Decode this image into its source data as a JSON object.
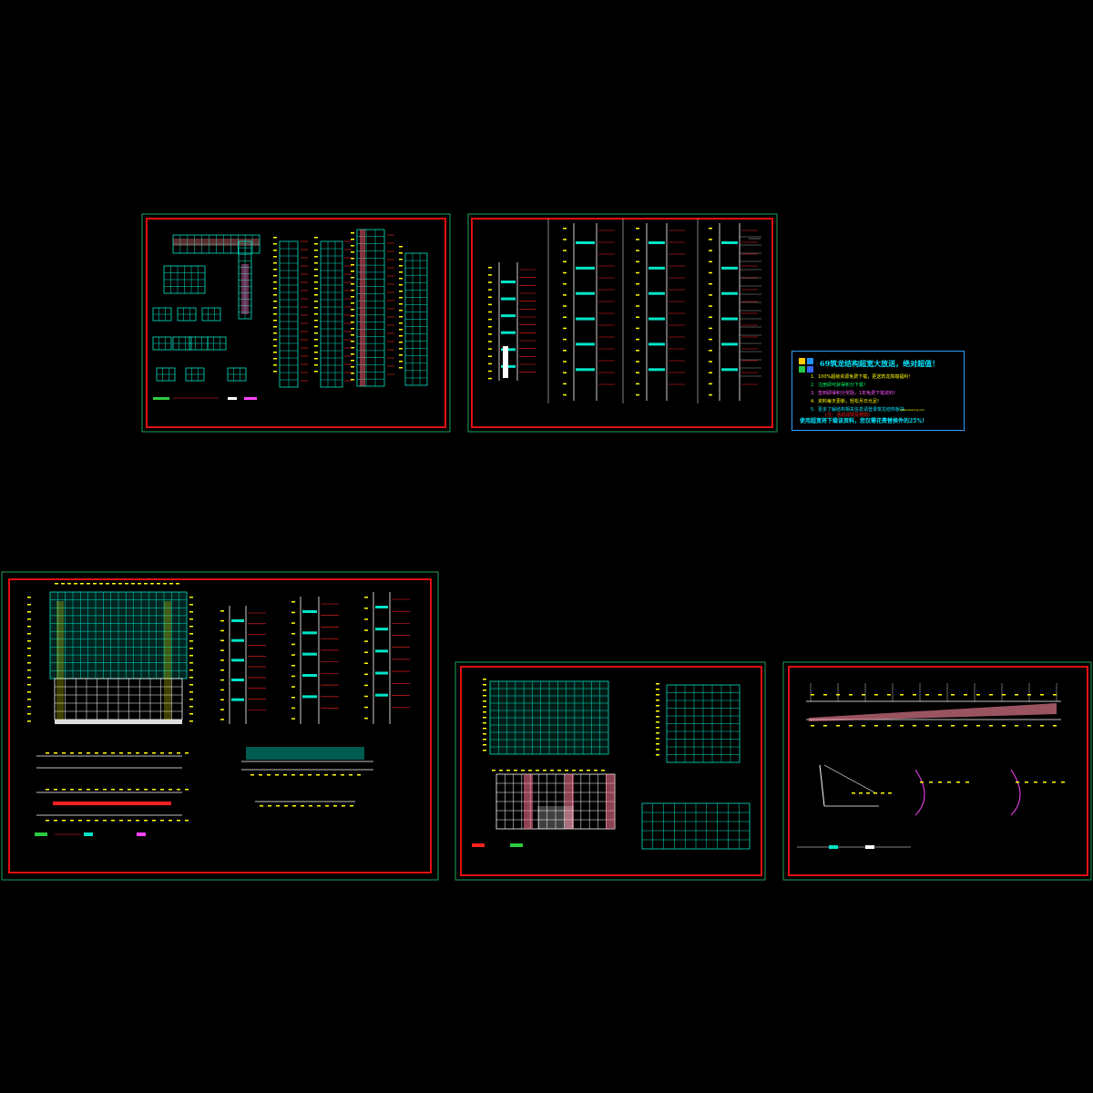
{
  "ad": {
    "title": "69筑龙结构超宽大放送，绝对超值！",
    "items": [
      {
        "num": "1.",
        "text": "100%超级资源免费下载，更送筑龙高端福利!",
        "color": "#ffff00"
      },
      {
        "num": "2.",
        "text": "注册即可获得积分下载！",
        "color": "#00ff66"
      },
      {
        "num": "3.",
        "text": "签到即得积分奖励，1年免费下载资料!",
        "color": "#ff55ff"
      },
      {
        "num": "4.",
        "text": "资料每天更新，轻松月日允足!",
        "color": "#ffff00"
      },
      {
        "num": "5.",
        "text": "更多了解结构相关信息请登录筑龙结构板块",
        "color": "#00e5ff"
      },
      {
        "num": "",
        "text": "(注：活动详情及规则)",
        "color": "#ff2222"
      }
    ],
    "footer": "使用超宽将下载该资料，您仅需花费替换件的25%！",
    "subnote": "www.zhulong.com",
    "logo_icon": "puzzle-logo-icon"
  },
  "colors": {
    "background": "#000000",
    "frame_outer": "#1fa35a",
    "frame_inner": "#e01010",
    "grid": "#00e5c8",
    "dim": "#ffff00",
    "annotation": "#ff2020",
    "white": "#ffffff",
    "magenta": "#ff44ff",
    "pink": "#ff8888"
  },
  "sheets": [
    {
      "id": "sheet-elevation-set-1",
      "frame_icon": "drawing-frame"
    },
    {
      "id": "sheet-section-set-1",
      "frame_icon": "drawing-frame"
    },
    {
      "id": "sheet-main-elevation",
      "frame_icon": "drawing-frame"
    },
    {
      "id": "sheet-elevation-set-2",
      "frame_icon": "drawing-frame"
    },
    {
      "id": "sheet-plan-detail",
      "frame_icon": "drawing-frame"
    }
  ]
}
